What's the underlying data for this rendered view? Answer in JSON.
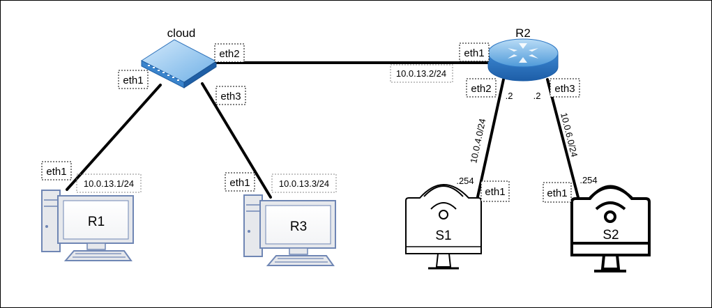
{
  "nodes": {
    "cloud": {
      "label": "cloud"
    },
    "r2": {
      "label": "R2"
    },
    "r1": {
      "label": "R1"
    },
    "r3": {
      "label": "R3"
    },
    "s1": {
      "label": "S1"
    },
    "s2": {
      "label": "S2"
    }
  },
  "ports": {
    "cloud_eth1": "eth1",
    "cloud_eth2": "eth2",
    "cloud_eth3": "eth3",
    "r2_eth1": "eth1",
    "r2_eth2": "eth2",
    "r2_eth3": "eth3",
    "r1_eth1": "eth1",
    "r3_eth1": "eth1",
    "s1_eth1": "eth1",
    "s2_eth1": "eth1"
  },
  "addresses": {
    "r2_eth1_ip": "10.0.13.2/24",
    "r1_ip": "10.0.13.1/24",
    "r3_ip": "10.0.13.3/24",
    "r2_eth2_host": ".2",
    "r2_eth3_host": ".2",
    "s1_host": ".254",
    "s2_host": ".254",
    "net_s1": "10.0.4.0/24",
    "net_s2": "10.0.6.0/24"
  },
  "colors": {
    "pc_body": "#e6e8ec",
    "pc_stroke": "#6f86b4",
    "router_top": "#8ec4ee",
    "router_side": "#2f78c4",
    "switch_top": "#a8d2f4",
    "switch_side": "#2a6fb9"
  }
}
